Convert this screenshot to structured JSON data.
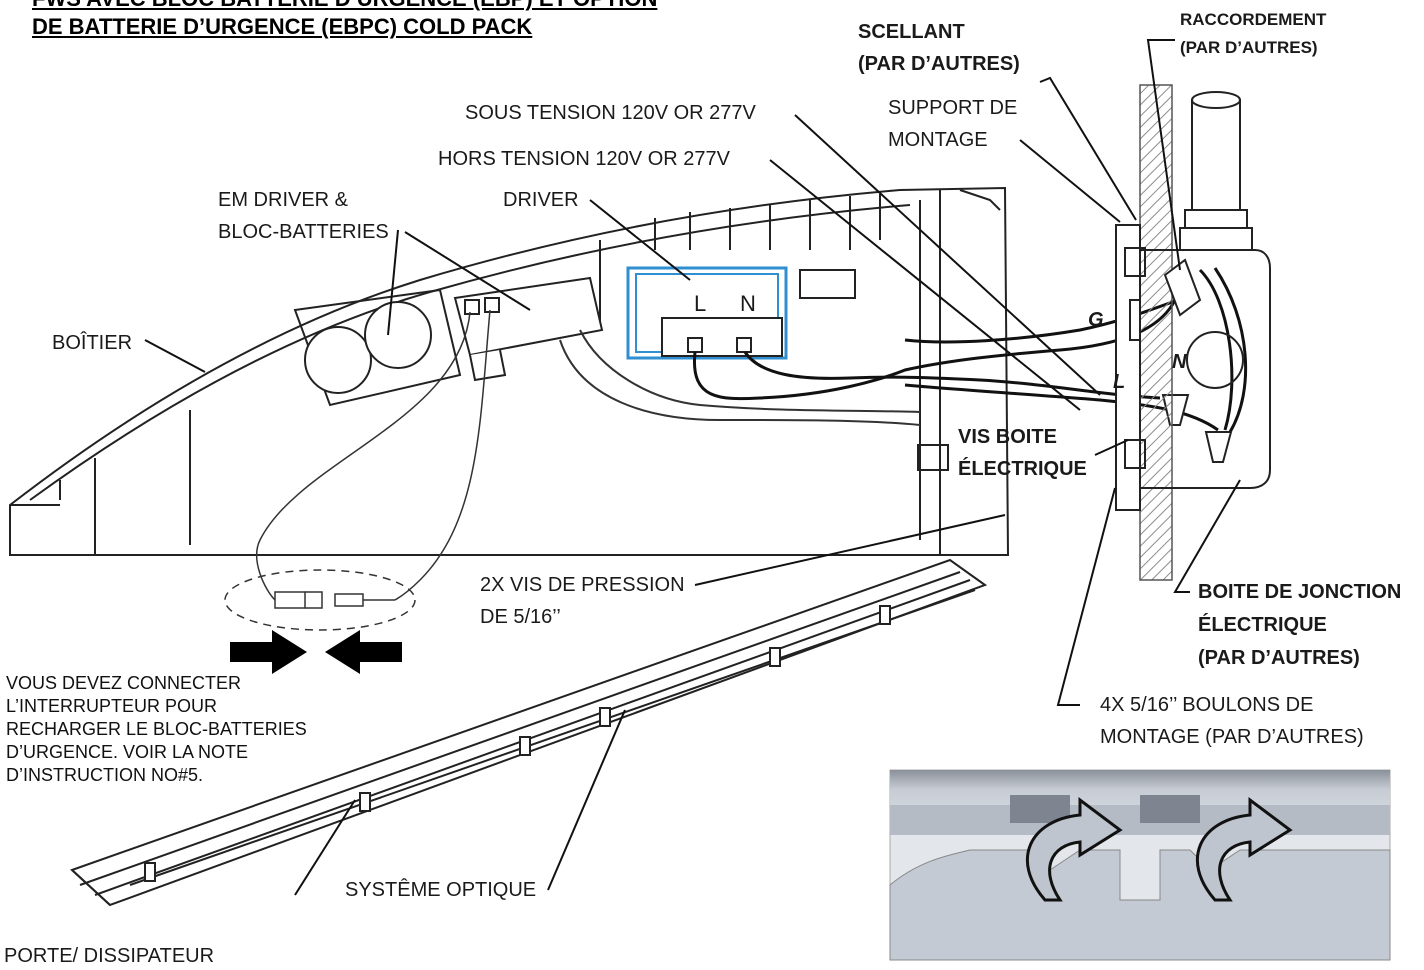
{
  "header": {
    "line1": "FWS AVEC BLOC BATTERIE D’URGENCE (EBP) ET OPTION",
    "line2": "DE BATTERIE  D’URGENCE (EBPC) COLD PACK"
  },
  "labels": {
    "scellant_1": "SCELLANT",
    "scellant_2": "(PAR D’AUTRES)",
    "raccordement_1": "RACCORDEMENT",
    "raccordement_2": "(PAR D’AUTRES)",
    "sous_tension": "SOUS TENSION 120V OR 277V",
    "hors_tension": "HORS TENSION 120V OR 277V",
    "support_1": "SUPPORT DE",
    "support_2": "MONTAGE",
    "em_driver_1": "EM DRIVER &",
    "em_driver_2": "BLOC-BATTERIES",
    "driver": "DRIVER",
    "boitier": "BOÎTIER",
    "vis_boite_1": "VIS BOITE",
    "vis_boite_2": "ÉLECTRIQUE",
    "vis_pression_1": "2X VIS DE PRESSION",
    "vis_pression_2": "DE 5/16’’",
    "boite_jonction_1": "BOITE DE JONCTION",
    "boite_jonction_2": "ÉLECTRIQUE",
    "boite_jonction_3": "(PAR D’AUTRES)",
    "boulons_1": "4X 5/16’’ BOULONS DE",
    "boulons_2": "MONTAGE (PAR D’AUTRES)",
    "systeme_optique": "SYSTÊME OPTIQUE",
    "porte": "PORTE/ DISSIPATEUR"
  },
  "note_lines": [
    "VOUS DEVEZ CONNECTER",
    "L’INTERRUPTEUR POUR",
    "RECHARGER LE BLOC-BATTERIES",
    "D’URGENCE. VOIR LA NOTE",
    "D’INSTRUCTION NO#5."
  ],
  "wire_letters": {
    "l": "L",
    "n": "N",
    "g": "G",
    "l2": "L",
    "n2": "N"
  },
  "colors": {
    "driver_blue": "#2f8fd0",
    "line": "#222222",
    "hatch": "#9a9a9a",
    "inset_bg": "#c9cfd8"
  }
}
